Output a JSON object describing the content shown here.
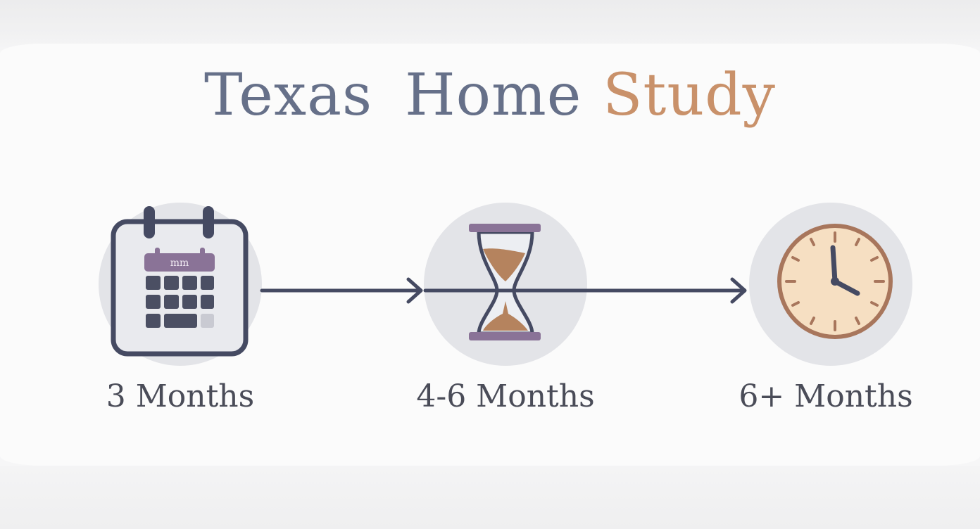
{
  "title": {
    "part1": "Texas",
    "part2": "Home",
    "part3": "Study"
  },
  "colors": {
    "title_primary": "#667089",
    "title_accent": "#c9916a",
    "arrow": "#454a62",
    "icon_circle": "#e3e4e8",
    "calendar_header": "#8a7397",
    "sand": "#b5835e",
    "clock_face": "#f6dfc2",
    "clock_rim": "#a8765c"
  },
  "steps": [
    {
      "label": "3 Months",
      "icon": "calendar-icon",
      "calendar_header_text": "mm"
    },
    {
      "label": "4-6 Months",
      "icon": "hourglass-icon"
    },
    {
      "label": "6+ Months",
      "icon": "clock-icon"
    }
  ]
}
